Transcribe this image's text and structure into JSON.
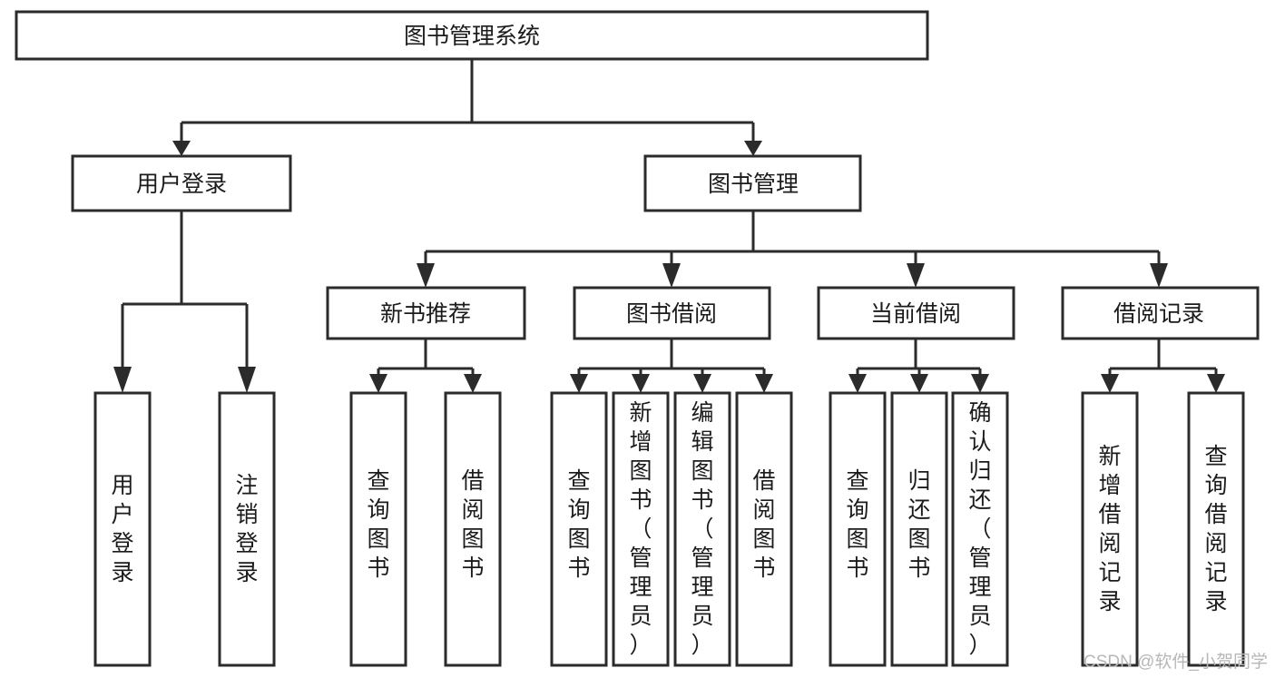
{
  "diagram": {
    "title_node": {
      "label": "图书管理系统"
    },
    "level2": [
      {
        "id": "user-login",
        "label": "用户登录"
      },
      {
        "id": "book-management",
        "label": "图书管理"
      }
    ],
    "level3": [
      {
        "id": "new-book-recommend",
        "label": "新书推荐"
      },
      {
        "id": "book-borrow",
        "label": "图书借阅"
      },
      {
        "id": "current-borrow",
        "label": "当前借阅"
      },
      {
        "id": "borrow-record",
        "label": "借阅记录"
      }
    ],
    "leaves": [
      {
        "id": "leaf-user-login",
        "label": "用户登录",
        "chars": [
          "用",
          "户",
          "登",
          "录"
        ],
        "group": "user-login"
      },
      {
        "id": "leaf-logout-login",
        "label": "注销登录",
        "chars": [
          "注",
          "销",
          "登",
          "录"
        ],
        "group": "user-login"
      },
      {
        "id": "leaf-query-book-1",
        "label": "查询图书",
        "chars": [
          "查",
          "询",
          "图",
          "书"
        ],
        "group": "new-book-recommend"
      },
      {
        "id": "leaf-borrow-book-1",
        "label": "借阅图书",
        "chars": [
          "借",
          "阅",
          "图",
          "书"
        ],
        "group": "new-book-recommend"
      },
      {
        "id": "leaf-query-book-2",
        "label": "查询图书",
        "chars": [
          "查",
          "询",
          "图",
          "书"
        ],
        "group": "book-borrow"
      },
      {
        "id": "leaf-add-book-admin",
        "label": "新增图书（管理员）",
        "chars": [
          "新",
          "增",
          "图",
          "书",
          "（",
          "管",
          "理",
          "员",
          "）"
        ],
        "group": "book-borrow"
      },
      {
        "id": "leaf-edit-book-admin",
        "label": "编辑图书（管理员）",
        "chars": [
          "编",
          "辑",
          "图",
          "书",
          "（",
          "管",
          "理",
          "员",
          "）"
        ],
        "group": "book-borrow"
      },
      {
        "id": "leaf-borrow-book-2",
        "label": "借阅图书",
        "chars": [
          "借",
          "阅",
          "图",
          "书"
        ],
        "group": "book-borrow"
      },
      {
        "id": "leaf-query-book-3",
        "label": "查询图书",
        "chars": [
          "查",
          "询",
          "图",
          "书"
        ],
        "group": "current-borrow"
      },
      {
        "id": "leaf-return-book",
        "label": "归还图书",
        "chars": [
          "归",
          "还",
          "图",
          "书"
        ],
        "group": "current-borrow"
      },
      {
        "id": "leaf-confirm-return-admin",
        "label": "确认归还（管理员）",
        "chars": [
          "确",
          "认",
          "归",
          "还",
          "（",
          "管",
          "理",
          "员",
          "）"
        ],
        "group": "current-borrow"
      },
      {
        "id": "leaf-add-borrow-record",
        "label": "新增借阅记录",
        "chars": [
          "新",
          "增",
          "借",
          "阅",
          "记",
          "录"
        ],
        "group": "borrow-record"
      },
      {
        "id": "leaf-query-borrow-record",
        "label": "查询借阅记录",
        "chars": [
          "查",
          "询",
          "借",
          "阅",
          "记",
          "录"
        ],
        "group": "borrow-record"
      }
    ],
    "colors": {
      "background": "#ffffff",
      "node_fill": "#ffffff",
      "node_stroke": "#2b2b2b",
      "edge": "#2b2b2b",
      "text": "#1b1b1b",
      "watermark": "#b7b7b7"
    }
  },
  "watermark": {
    "text": "CSDN @软件_小贺同学"
  }
}
